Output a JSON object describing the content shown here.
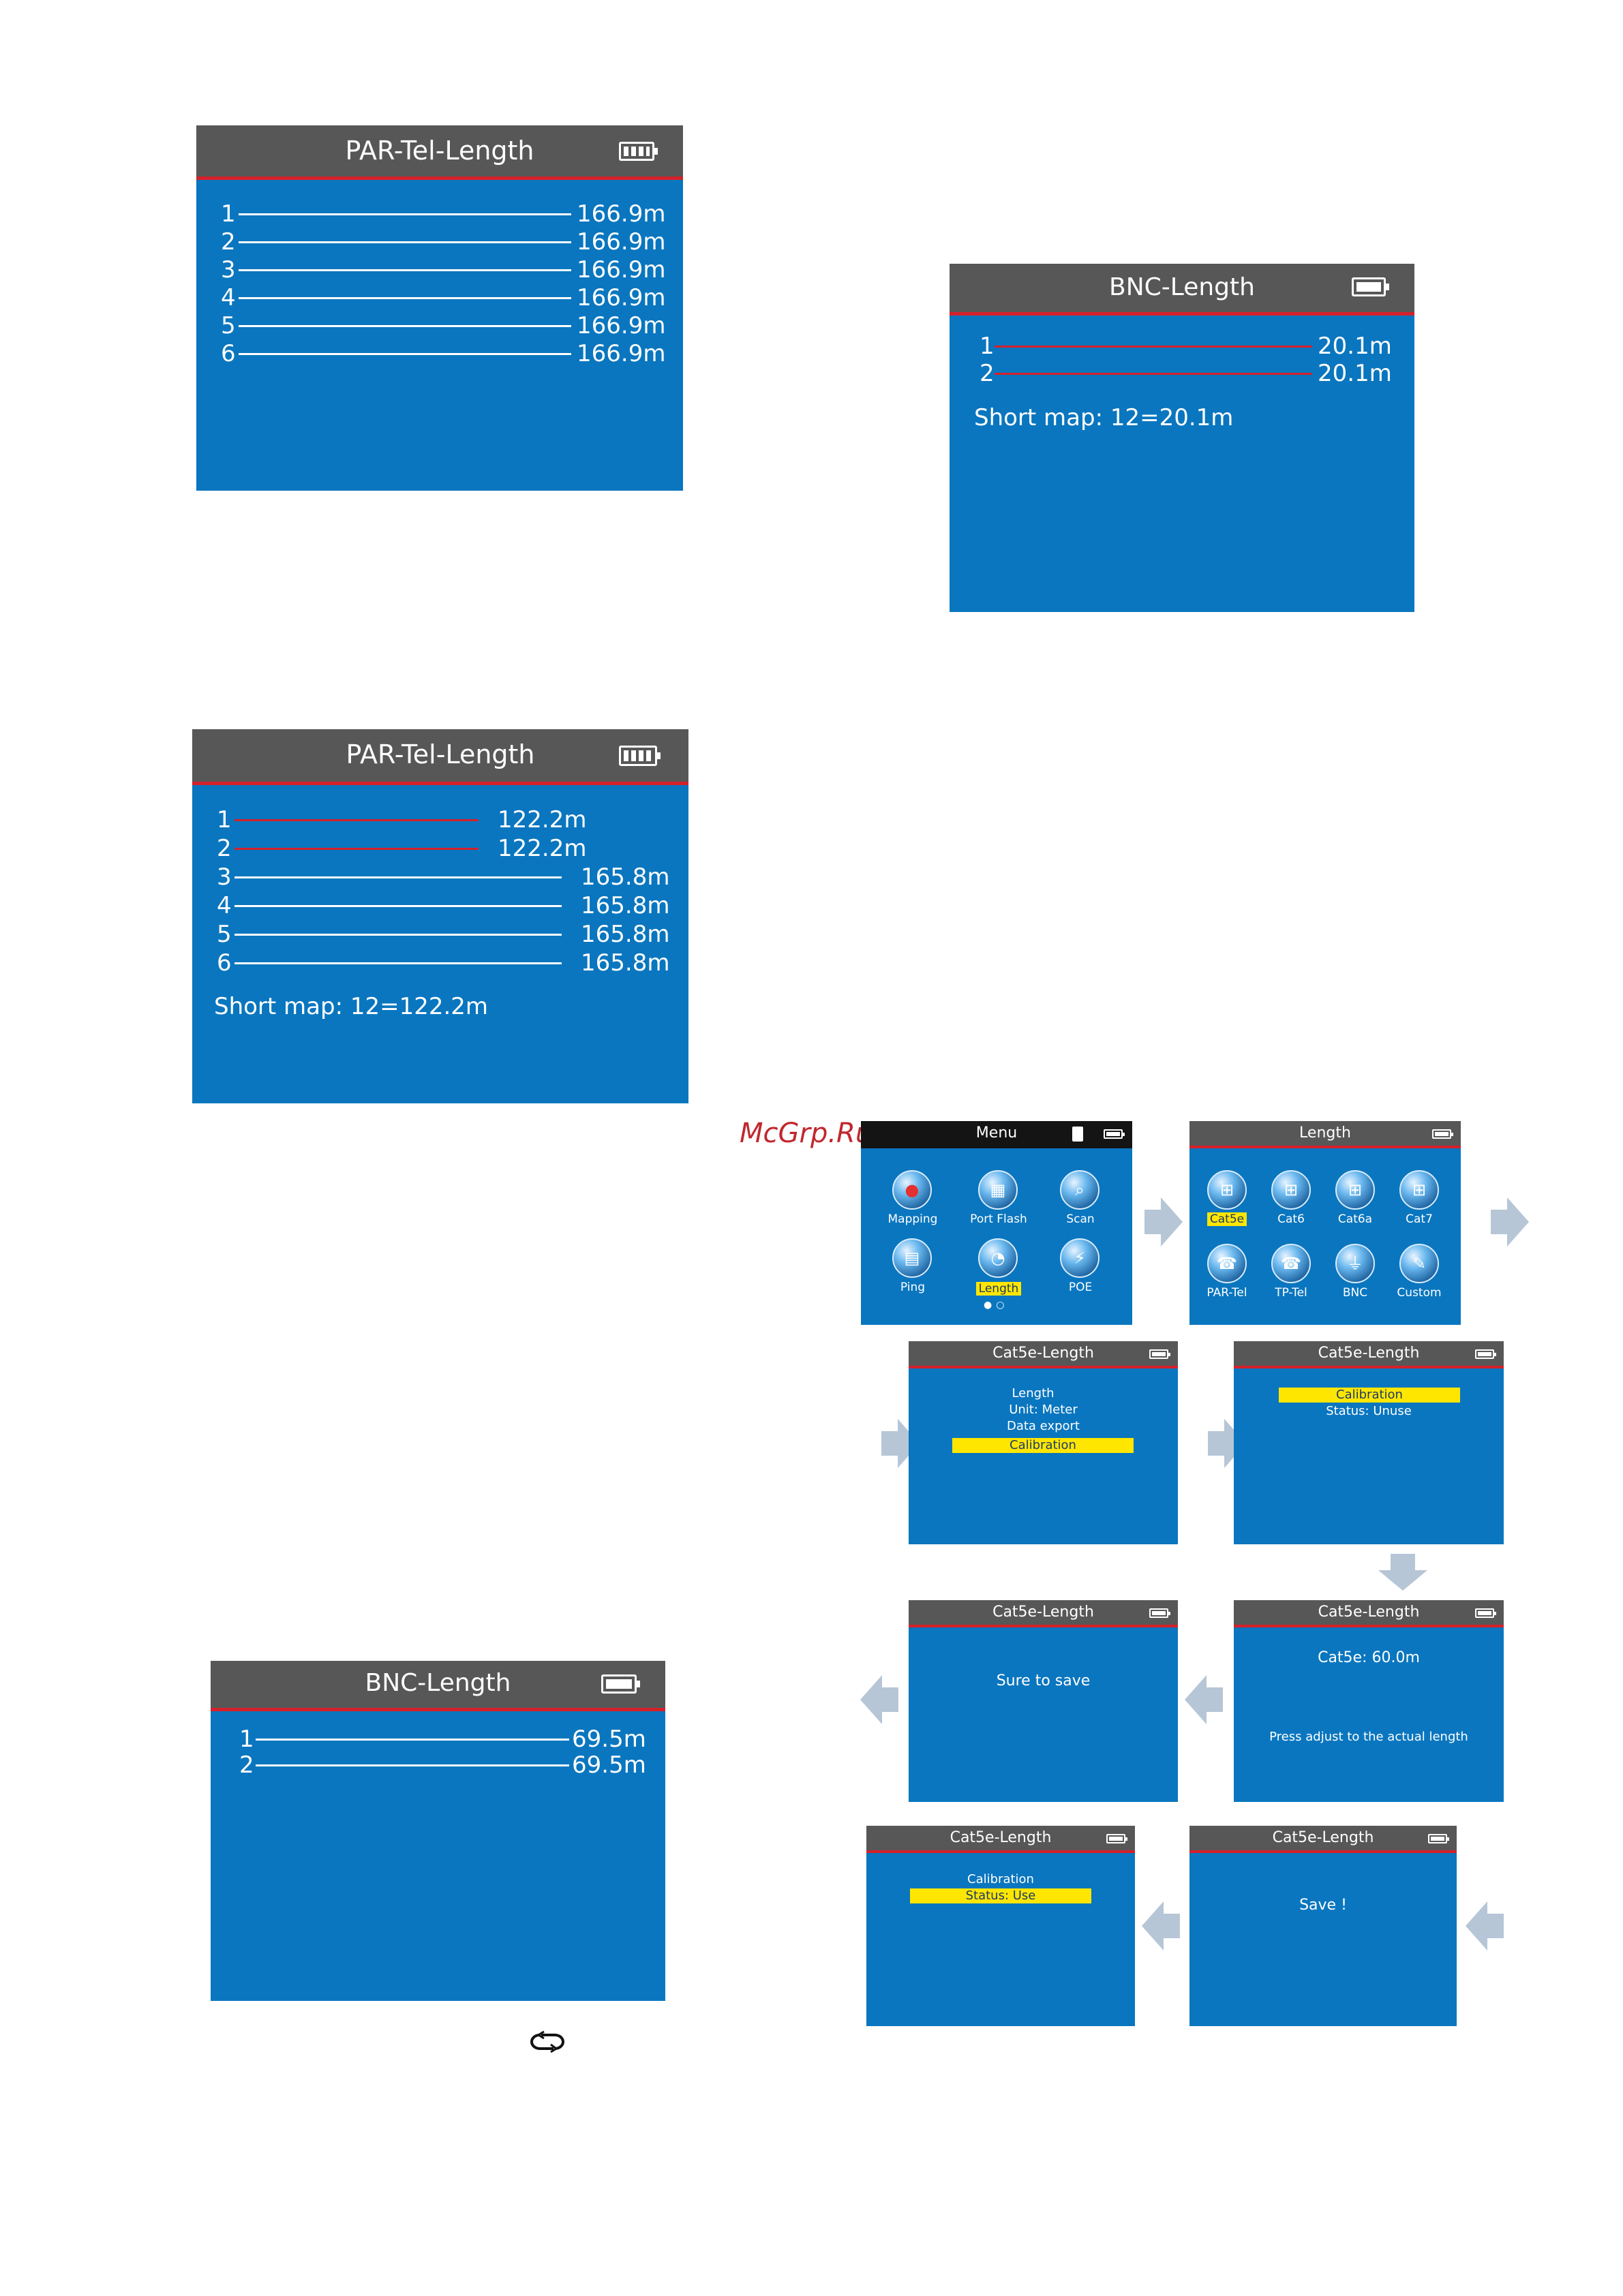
{
  "screen1": {
    "title": "PAR-Tel-Length",
    "rows": [
      {
        "n": "1",
        "v": "166.9m"
      },
      {
        "n": "2",
        "v": "166.9m"
      },
      {
        "n": "3",
        "v": "166.9m"
      },
      {
        "n": "4",
        "v": "166.9m"
      },
      {
        "n": "5",
        "v": "166.9m"
      },
      {
        "n": "6",
        "v": "166.9m"
      }
    ]
  },
  "screen2": {
    "title": "BNC-Length",
    "rows": [
      {
        "n": "1",
        "v": "20.1m"
      },
      {
        "n": "2",
        "v": "20.1m"
      }
    ],
    "short": "Short map: 12=20.1m"
  },
  "screen3": {
    "title": "PAR-Tel-Length",
    "rows": [
      {
        "n": "1",
        "v": "122.2m"
      },
      {
        "n": "2",
        "v": "122.2m"
      },
      {
        "n": "3",
        "v": "165.8m"
      },
      {
        "n": "4",
        "v": "165.8m"
      },
      {
        "n": "5",
        "v": "165.8m"
      },
      {
        "n": "6",
        "v": "165.8m"
      }
    ],
    "short": "Short map: 12=122.2m"
  },
  "screen4": {
    "title": "BNC-Length",
    "rows": [
      {
        "n": "1",
        "v": "69.5m"
      },
      {
        "n": "2",
        "v": "69.5m"
      }
    ]
  },
  "watermark": "McGrp.Ru",
  "flow": {
    "menu": {
      "title": "Menu",
      "items": [
        "Mapping",
        "Port Flash",
        "Scan",
        "Ping",
        "Length",
        "POE"
      ],
      "selected": "Length"
    },
    "length": {
      "title": "Length",
      "items": [
        "Cat5e",
        "Cat6",
        "Cat6a",
        "Cat7",
        "PAR-Tel",
        "TP-Tel",
        "BNC",
        "Custom"
      ],
      "selected": "Cat5e"
    },
    "options": {
      "title": "Cat5e-Length",
      "lines": [
        "Length",
        "Unit: Meter",
        "Data  export"
      ],
      "selected": "Calibration"
    },
    "calib": {
      "title": "Cat5e-Length",
      "selected": "Calibration",
      "status": "Status: Unuse"
    },
    "adjust": {
      "title": "Cat5e-Length",
      "value": "Cat5e: 60.0m",
      "hint": "Press adjust to the actual length"
    },
    "sure": {
      "title": "Cat5e-Length",
      "text": "Sure to save"
    },
    "save": {
      "title": "Cat5e-Length",
      "text": "Save !"
    },
    "done": {
      "title": "Cat5e-Length",
      "line": "Calibration",
      "status": "Status: Use"
    }
  },
  "icons": {
    "battery": "battery-icon",
    "sdcard": "sd-card-icon",
    "cycle": "cycle-icon",
    "arrow": "arrow-icon"
  }
}
